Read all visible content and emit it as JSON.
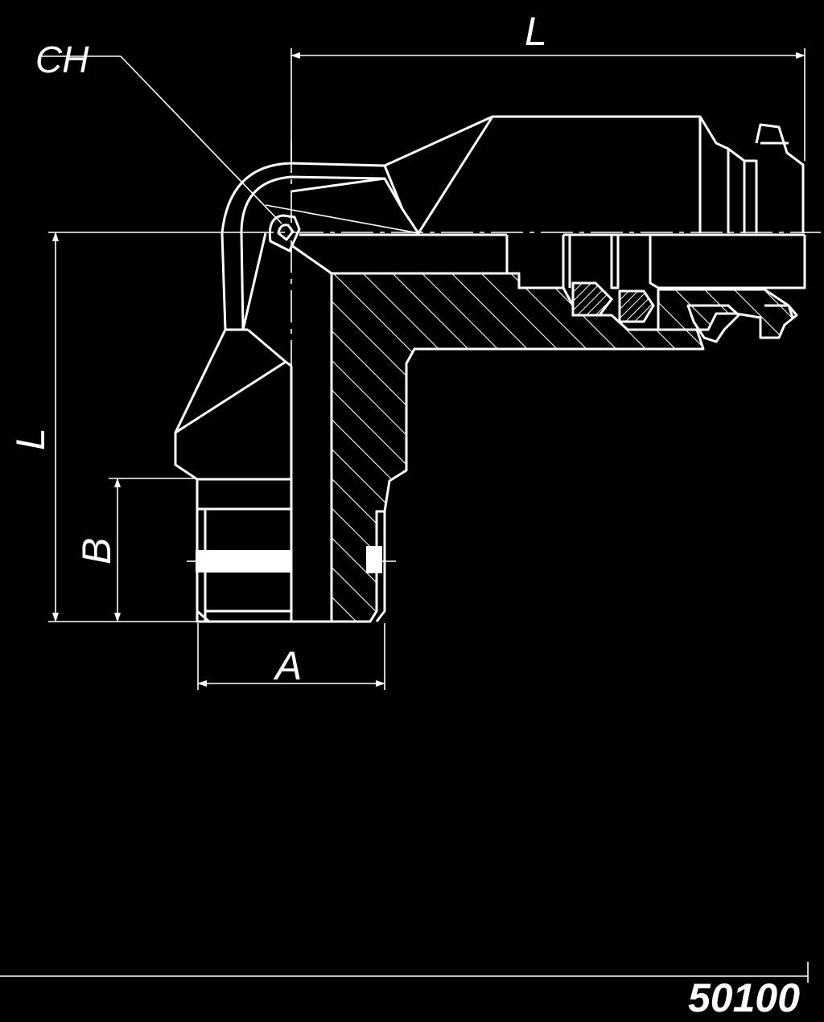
{
  "drawing": {
    "dimension_labels": {
      "top_length": "L",
      "side_length": "L",
      "thread_length": "B",
      "thread_diameter": "A",
      "hex": "CH"
    },
    "part_number": "50100",
    "colors": {
      "background": "#000000",
      "line": "#ffffff"
    }
  }
}
